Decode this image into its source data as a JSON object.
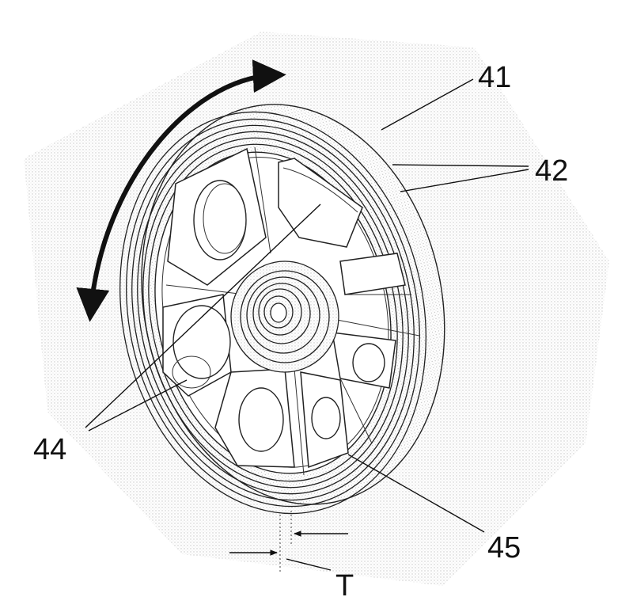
{
  "labels": {
    "wheel": "41",
    "rings": "42",
    "holes": "44",
    "flange": "45",
    "thickness": "T"
  },
  "colors": {
    "line": "#222222",
    "background": "#ffffff",
    "stipple": "#cfcfcf"
  },
  "icons": {
    "rotation": "double-headed-curved-arrow",
    "dimension": "dimension-arrows"
  }
}
